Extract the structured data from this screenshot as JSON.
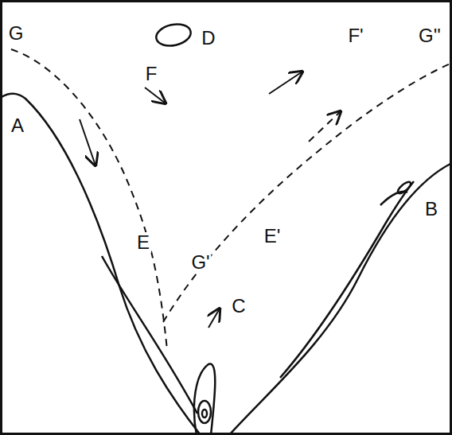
{
  "diagram": {
    "labels": [
      "G",
      "D",
      "F",
      "F'",
      "G''",
      "A",
      "E",
      "E'",
      "G'",
      "B",
      "C"
    ]
  }
}
